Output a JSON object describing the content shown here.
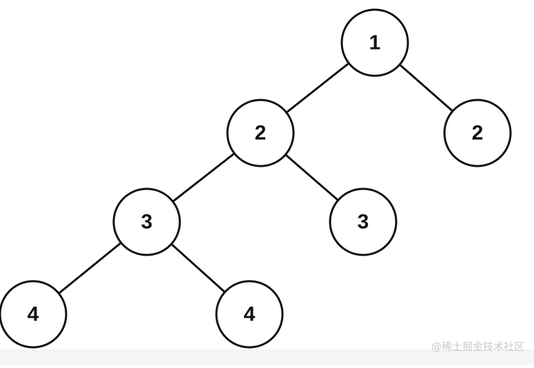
{
  "tree": {
    "nodes": [
      {
        "id": "root",
        "label": "1"
      },
      {
        "id": "left-2",
        "label": "2"
      },
      {
        "id": "right-2",
        "label": "2"
      },
      {
        "id": "left-left-3",
        "label": "3"
      },
      {
        "id": "left-right-3",
        "label": "3"
      },
      {
        "id": "left-left-left-4",
        "label": "4"
      },
      {
        "id": "left-left-right-4",
        "label": "4"
      }
    ],
    "edges": [
      [
        "root",
        "left-2"
      ],
      [
        "root",
        "right-2"
      ],
      [
        "left-2",
        "left-left-3"
      ],
      [
        "left-2",
        "left-right-3"
      ],
      [
        "left-left-3",
        "left-left-left-4"
      ],
      [
        "left-left-3",
        "left-left-right-4"
      ]
    ]
  },
  "watermark": "@稀土掘金技术社区"
}
